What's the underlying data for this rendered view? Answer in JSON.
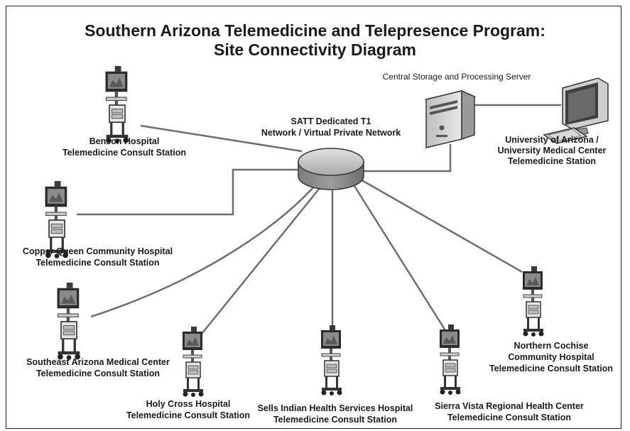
{
  "title": {
    "line1": "Southern Arizona Telemedicine and Telepresence Program:",
    "line2": "Site Connectivity Diagram"
  },
  "hub": {
    "line1": "SATT Dedicated T1",
    "line2": "Network / Virtual Private Network"
  },
  "server": {
    "label": "Central Storage and Processing Server"
  },
  "university": {
    "line1": "University of Arizona /",
    "line2": "University Medical Center",
    "line3": "Telemedicine Station"
  },
  "sites": [
    {
      "line1": "Benson Hospital",
      "line2": "Telemedicine Consult Station"
    },
    {
      "line1": "Copper Queen Community Hospital",
      "line2": "Telemedicine Consult Station"
    },
    {
      "line1": "Southeast Arizona Medical Center",
      "line2": "Telemedicine Consult Station"
    },
    {
      "line1": "Holy Cross Hospital",
      "line2": "Telemedicine Consult Station"
    },
    {
      "line1": "Sells Indian Health Services Hospital",
      "line2": "Telemedicine Consult Station"
    },
    {
      "line1": "Sierra Vista Regional Health Center",
      "line2": "Telemedicine Consult Station"
    },
    {
      "line1": "Northern Cochise",
      "line2": "Community Hospital",
      "line3": "Telemedicine Consult Station"
    }
  ]
}
